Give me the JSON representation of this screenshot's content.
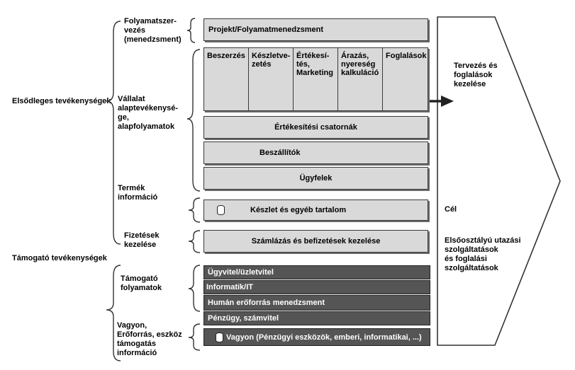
{
  "left_labels": {
    "elsodleges": "Elsődleges tevékenységek",
    "tamogato_tev": "Támogató tevékenységek"
  },
  "mid_labels": {
    "folyamatszerv": "Folyamatszer-\nvezés\n(menedzsment)",
    "vallalat": "Vállalat\nalaptevékenysé-\nge,\nalapfolyamatok",
    "termek": "Termék\ninformáció",
    "fizetesek": "Fizetések\nkezelése",
    "tamogato_foly": "Támogató\nfolyamatok",
    "vagyon": "Vagyon,\nErőforrás, eszköz\ntámogatás\ninformáció"
  },
  "boxes": {
    "projekt": "Projekt/Folyamatmenedzsment",
    "ertekesitesi": "Értékesítési csatornák",
    "beszallitok": "Beszállítók",
    "ugyfelek": "Ügyfelek",
    "keszlet": "Készlet és egyéb tartalom",
    "szamlazas": "Számlázás és befizetések kezelése"
  },
  "process_columns": [
    "Beszerzés",
    "Készletve-\nzetés",
    "Értékesí-\ntés,\nMarketing",
    "Árazás,\nnyereség\nkalkuláció",
    "Foglalások"
  ],
  "support_rows": [
    "Ügyvitel/üzletvitel",
    "Informatik/IT",
    "Humán erőforrás menedzsment",
    "Pénzügy, számvitel",
    "Vagyon (Pénzügyi eszközök, emberi, informatikai, ...)"
  ],
  "right_labels": {
    "tervezes": "Tervezés és\nfoglalások\nkezelése",
    "cel": "Cél",
    "elsoosztalyu": "Elsőosztályú utazási\nszolgáltatások\nés foglalási\nszolgáltatások"
  }
}
